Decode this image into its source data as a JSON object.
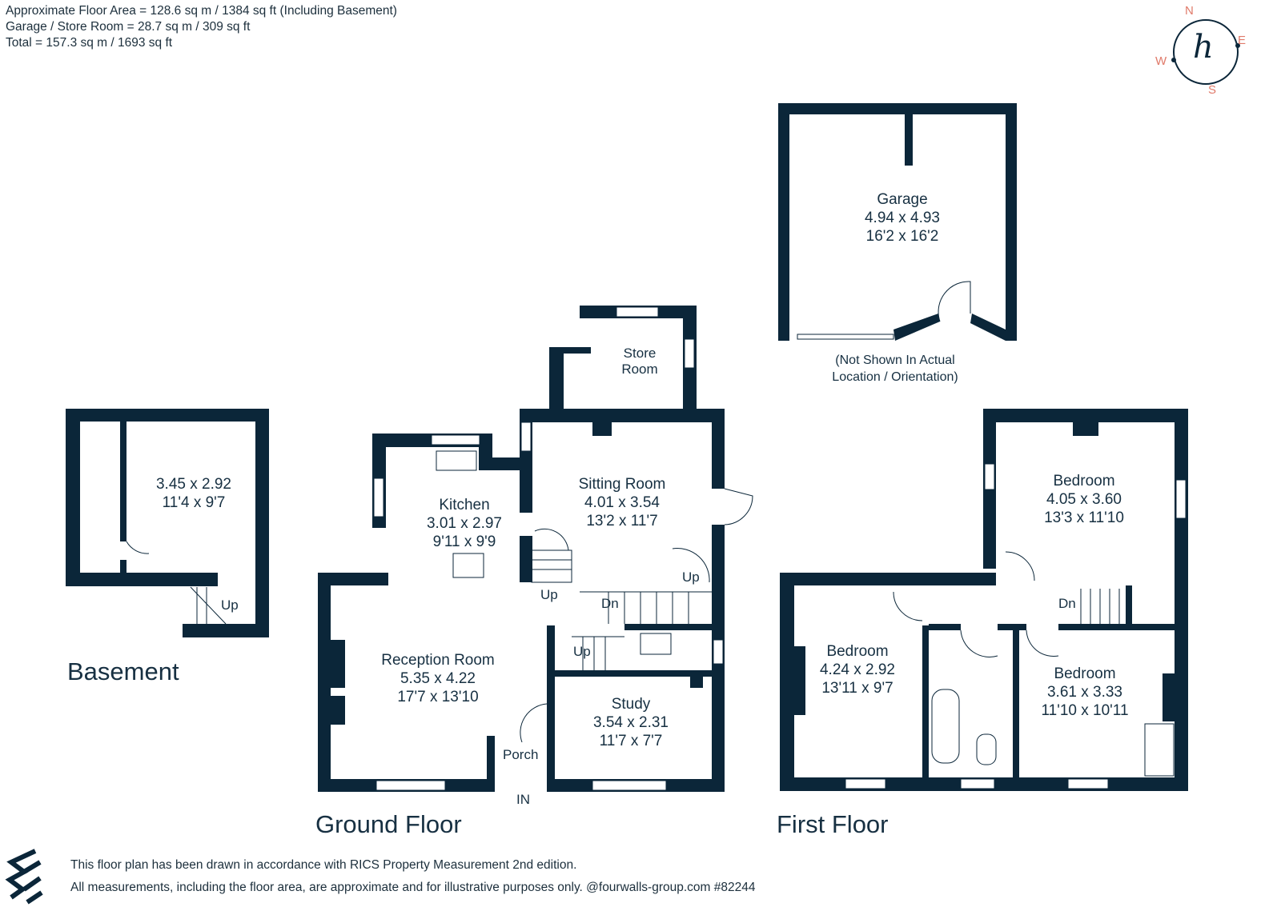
{
  "header": {
    "floor_area": "Approximate Floor Area = 128.6 sq m / 1384 sq ft (Including Basement)",
    "garage_area": "Garage / Store Room = 28.7 sq m / 309 sq ft",
    "total_area": "Total = 157.3 sq m / 1693 sq ft"
  },
  "compass": {
    "n": "N",
    "e": "E",
    "s": "S",
    "w": "W",
    "logo_glyph": "h"
  },
  "garage": {
    "name": "Garage",
    "metric": "4.94 x 4.93",
    "imperial": "16'2 x 16'2",
    "note_line1": "(Not Shown In Actual",
    "note_line2": "Location / Orientation)"
  },
  "basement": {
    "room_metric": "3.45 x 2.92",
    "room_imperial": "11'4 x 9'7",
    "stair_label": "Up",
    "floor_title": "Basement"
  },
  "ground_floor": {
    "title": "Ground Floor",
    "rooms": [
      {
        "name": "Store",
        "name2": "Room",
        "metric": "",
        "imperial": ""
      },
      {
        "name": "Kitchen",
        "metric": "3.01 x 2.97",
        "imperial": "9'11 x 9'9"
      },
      {
        "name": "Sitting Room",
        "metric": "4.01 x 3.54",
        "imperial": "13'2 x 11'7"
      },
      {
        "name": "Reception Room",
        "metric": "5.35 x 4.22",
        "imperial": "17'7 x 13'10"
      },
      {
        "name": "Study",
        "metric": "3.54 x 2.31",
        "imperial": "11'7 x 7'7"
      },
      {
        "name": "Porch"
      }
    ],
    "labels": {
      "up1": "Up",
      "up2": "Up",
      "up3": "Up",
      "dn": "Dn",
      "entrance": "IN"
    }
  },
  "first_floor": {
    "title": "First Floor",
    "rooms": [
      {
        "name": "Bedroom",
        "metric": "4.05 x 3.60",
        "imperial": "13'3 x 11'10"
      },
      {
        "name": "Bedroom",
        "metric": "4.24 x 2.92",
        "imperial": "13'11 x 9'7"
      },
      {
        "name": "Bedroom",
        "metric": "3.61 x 3.33",
        "imperial": "11'10 x 10'11"
      }
    ],
    "labels": {
      "dn": "Dn"
    }
  },
  "footer": {
    "line1": "This floor plan has been drawn in accordance with RICS Property Measurement 2nd edition.",
    "line2": "All measurements, including the floor area, are approximate and for illustrative purposes only. @fourwalls-group.com #82244"
  },
  "colors": {
    "wall": "#0b2639",
    "compass_accent": "#e07a6a"
  }
}
